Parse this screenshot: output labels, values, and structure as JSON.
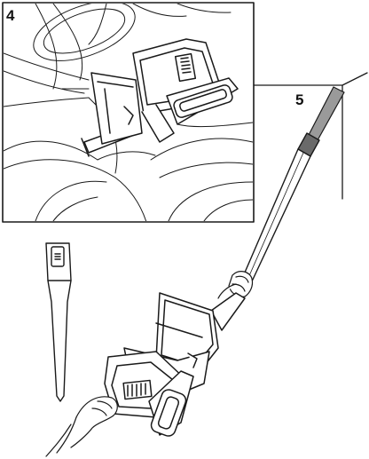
{
  "steps": [
    {
      "number": "4"
    },
    {
      "number": "5"
    }
  ],
  "colors": {
    "line": "#1a1a1a",
    "panel_fill": "#ffffff",
    "tube_gray": "#9a9a9a",
    "tube_dark": "#555555"
  },
  "icons": [
    "car-seat-illustration",
    "crevice-tool-illustration",
    "vacuum-illustration",
    "hand-illustration"
  ]
}
